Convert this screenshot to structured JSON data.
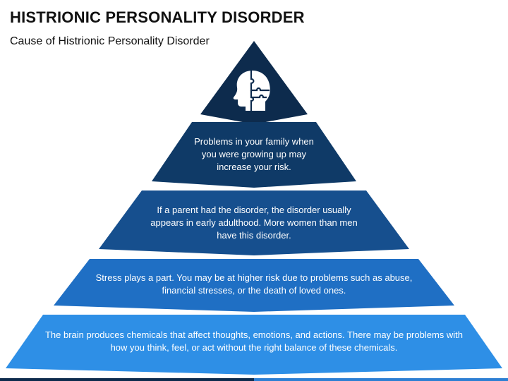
{
  "header": {
    "title": "HISTRIONIC PERSONALITY DISORDER",
    "subtitle": "Cause of Histrionic Personality Disorder"
  },
  "pyramid": {
    "apex_icon": "head-puzzle-icon",
    "tiers": [
      {
        "text": "Problems in your family when you were growing up may increase your risk.",
        "color": "#0f3a67"
      },
      {
        "text": "If a parent had the disorder, the disorder usually appears in early adulthood. More women than men have this disorder.",
        "color": "#164f8e"
      },
      {
        "text": "Stress plays a part. You may be at higher risk due to problems such as abuse, financial stresses, or the death of loved ones.",
        "color": "#1f6fc4"
      },
      {
        "text": "The brain produces chemicals that affect thoughts, emotions, and actions. There may be problems with how you think, feel, or act without the right balance of these chemicals.",
        "color": "#2e8fe6"
      }
    ],
    "apex_color": "#0d2b4d"
  },
  "footer": {
    "bar_colors": [
      "#0d2b4d",
      "#2d7fd3"
    ]
  }
}
